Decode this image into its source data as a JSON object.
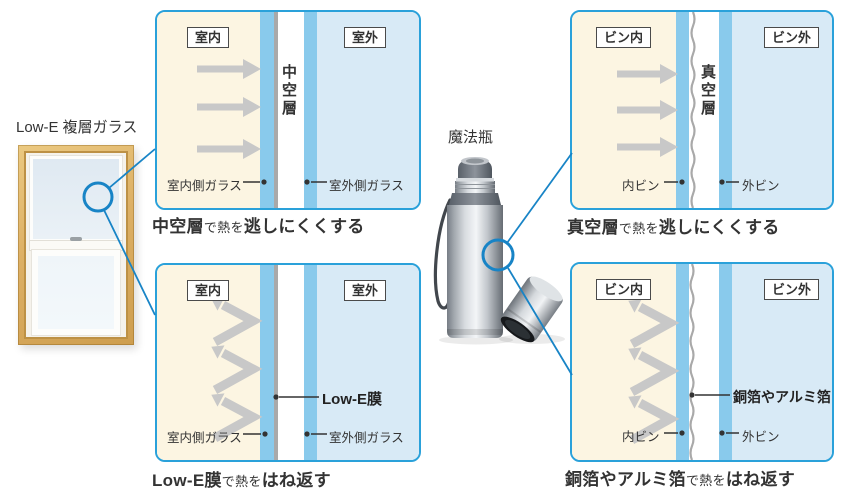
{
  "glass": {
    "label": "Low-E 複層ガラス",
    "panel_air": {
      "room_in": "室内",
      "room_out": "室外",
      "layer": "中空層",
      "glass_in": "室内側ガラス",
      "glass_out": "室外側ガラス",
      "caption_lead": "中空層",
      "caption_mid": "で熱を",
      "caption_tail": "逃しにくくする"
    },
    "panel_lowe": {
      "room_in": "室内",
      "room_out": "室外",
      "film": "Low-E膜",
      "glass_in": "室内側ガラス",
      "glass_out": "室外側ガラス",
      "caption_lead": "Low-E膜",
      "caption_mid": "で熱を",
      "caption_tail": "はね返す"
    }
  },
  "thermos": {
    "label": "魔法瓶",
    "panel_vacuum": {
      "bottle_in": "ビン内",
      "bottle_out": "ビン外",
      "layer": "真空層",
      "inner": "内ビン",
      "outer": "外ビン",
      "caption_lead": "真空層",
      "caption_mid": "で熱を",
      "caption_tail": "逃しにくくする"
    },
    "panel_foil": {
      "bottle_in": "ビン内",
      "bottle_out": "ビン外",
      "film": "銅箔やアルミ箔",
      "inner": "内ビン",
      "outer": "外ビン",
      "caption_lead": "銅箔やアルミ箔",
      "caption_mid": "で熱を",
      "caption_tail": "はね返す"
    }
  },
  "colors": {
    "panel_border": "#2AA1DA",
    "stripe_blue": "#89CAEC",
    "bg_cream": "#FCF5E2",
    "bg_lightblue": "#D8EAF6",
    "arrow_gray": "#C8C8C8",
    "connector_blue": "#1884C6",
    "text_dark": "#333333"
  }
}
